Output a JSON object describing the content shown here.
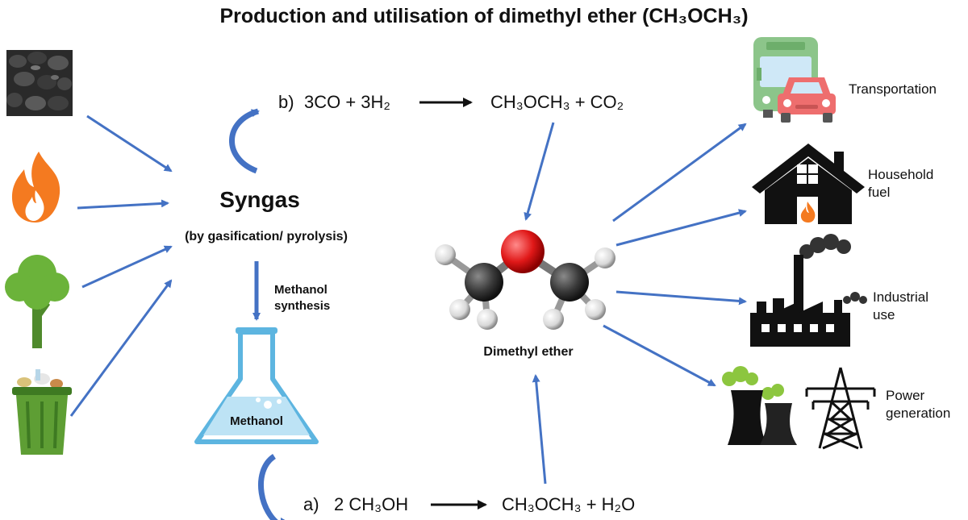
{
  "title": "Production and utilisation of dimethyl ether (CH₃OCH₃)",
  "syngas": {
    "label": "Syngas",
    "sublabel": "(by gasification/ pyrolysis)"
  },
  "methanol_synthesis": {
    "line1": "Methanol",
    "line2": "synthesis"
  },
  "flask_label": "Methanol",
  "reaction_b": {
    "letter": "b)",
    "reactants": "3CO + 3H₂",
    "products": "CH₃OCH₃ + CO₂"
  },
  "reaction_a": {
    "letter": "a)",
    "reactants": "2 CH₃OH",
    "products": "CH₃OCH₃ + H₂O"
  },
  "dme_label": "Dimethyl ether",
  "feedstocks": [
    {
      "icon": "coal-icon"
    },
    {
      "icon": "flame-icon"
    },
    {
      "icon": "tree-icon"
    },
    {
      "icon": "waste-bin-icon"
    }
  ],
  "uses": [
    {
      "icon": "bus-car-icon",
      "label": "Transportation"
    },
    {
      "icon": "house-fire-icon",
      "line1": "Household",
      "line2": "fuel"
    },
    {
      "icon": "factory-icon",
      "line1": "Industrial",
      "line2": "use"
    },
    {
      "icon": "power-plant-icon",
      "line1": "Power",
      "line2": "generation"
    }
  ],
  "colors": {
    "arrow": "#4472C4",
    "flame": "#F47A20",
    "tree": "#6BB33A",
    "bin": "#4F8A2C",
    "oxygen": "#E01818",
    "carbon": "#3A3A3A",
    "hydrogen": "#E8E8E8",
    "flask_liquid": "#BDE3F5",
    "bus": "#8CC58A",
    "car": "#EE6E6E"
  }
}
